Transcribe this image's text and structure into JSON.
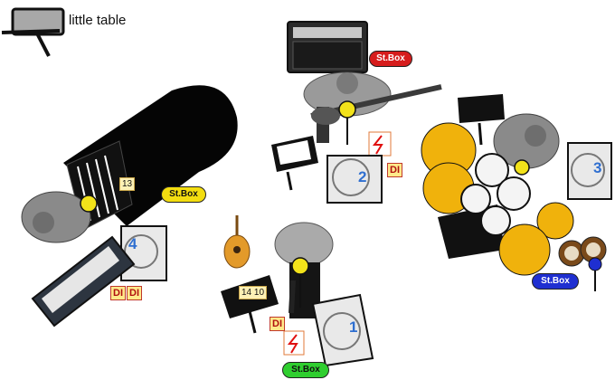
{
  "legend": {
    "label": "little table"
  },
  "stage_boxes": [
    {
      "label": "St.Box",
      "bg": "#d61d1d",
      "fg": "#ffffff"
    },
    {
      "label": "St.Box",
      "bg": "#f3dd10",
      "fg": "#111111"
    },
    {
      "label": "St.Box",
      "bg": "#1f2fd1",
      "fg": "#ffffff"
    },
    {
      "label": "St.Box",
      "bg": "#2fce2f",
      "fg": "#111111"
    }
  ],
  "monitors": [
    "1",
    "2",
    "3",
    "4"
  ],
  "di_labels": {
    "label": "DI"
  },
  "channel_tags": {
    "keys": "13",
    "guitar": "14 10"
  },
  "colors": {
    "mic_yellow": "#f2e21a",
    "drum_yellow": "#f0b20c",
    "monitor_blue": "#2f6fd0",
    "di_red": "#c0392b"
  }
}
